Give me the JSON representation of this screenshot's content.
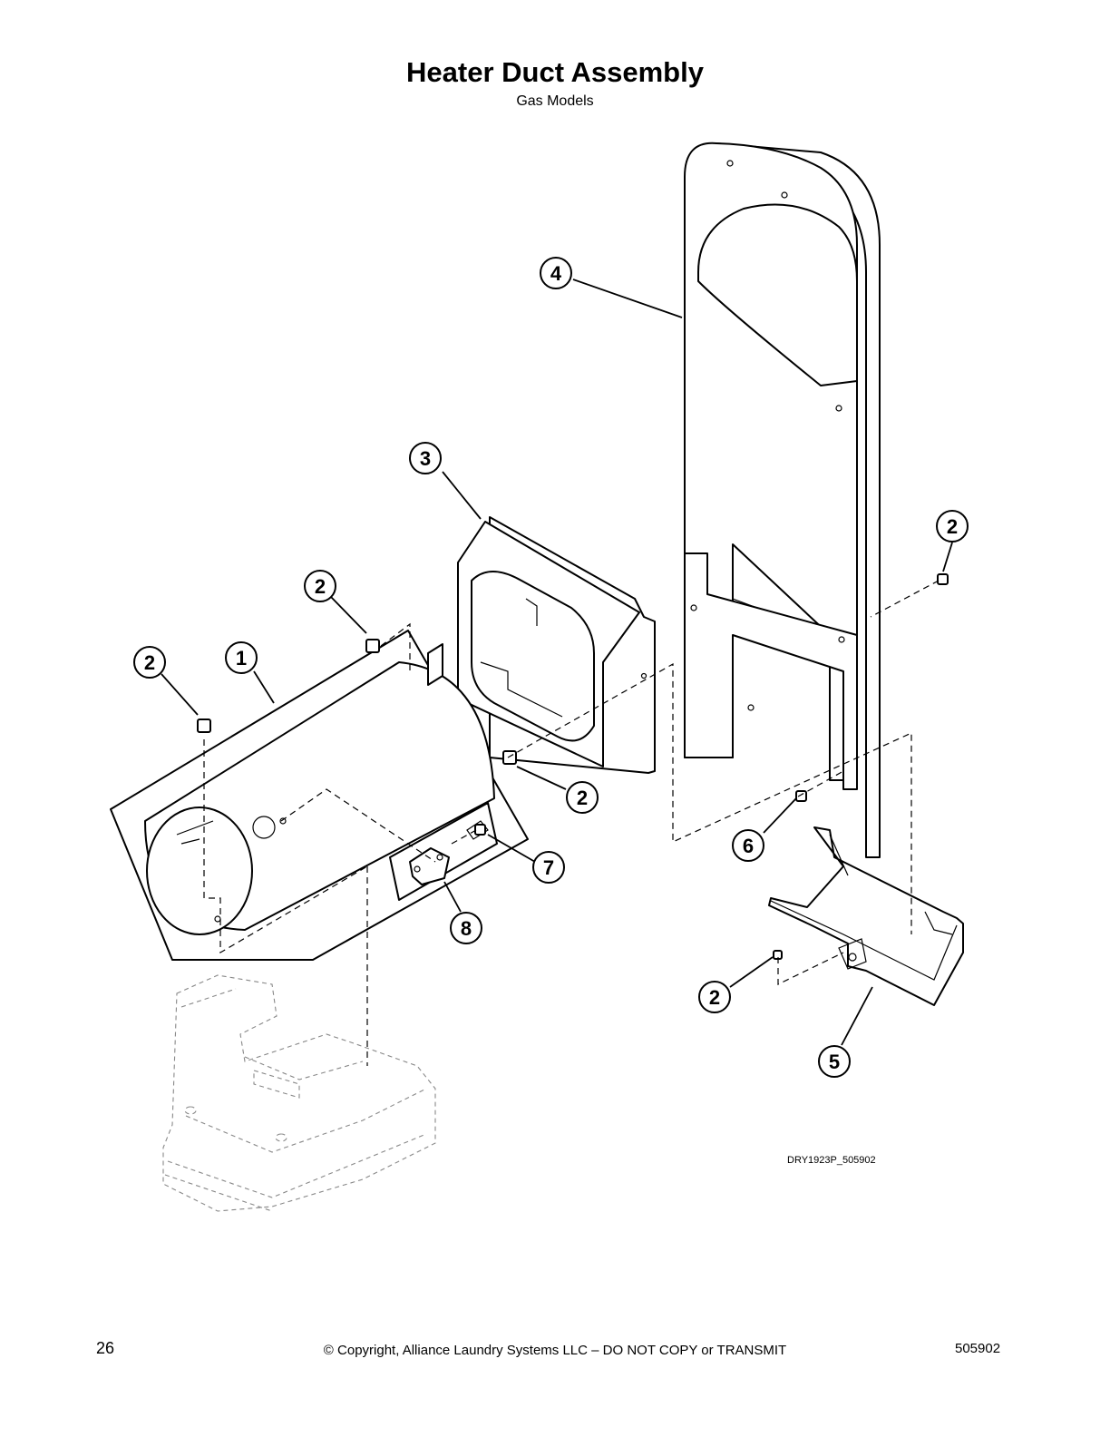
{
  "title": "Heater Duct Assembly",
  "subtitle": "Gas Models",
  "figure_code": "DRY1923P_505902",
  "footer": {
    "page_number": "26",
    "copyright": "© Copyright, Alliance Laundry Systems LLC – DO NOT COPY or TRANSMIT",
    "doc_number": "505902"
  },
  "callouts": [
    {
      "label": "1"
    },
    {
      "label": "2"
    },
    {
      "label": "2"
    },
    {
      "label": "2"
    },
    {
      "label": "2"
    },
    {
      "label": "2"
    },
    {
      "label": "3"
    },
    {
      "label": "4"
    },
    {
      "label": "5"
    },
    {
      "label": "6"
    },
    {
      "label": "7"
    },
    {
      "label": "8"
    }
  ]
}
